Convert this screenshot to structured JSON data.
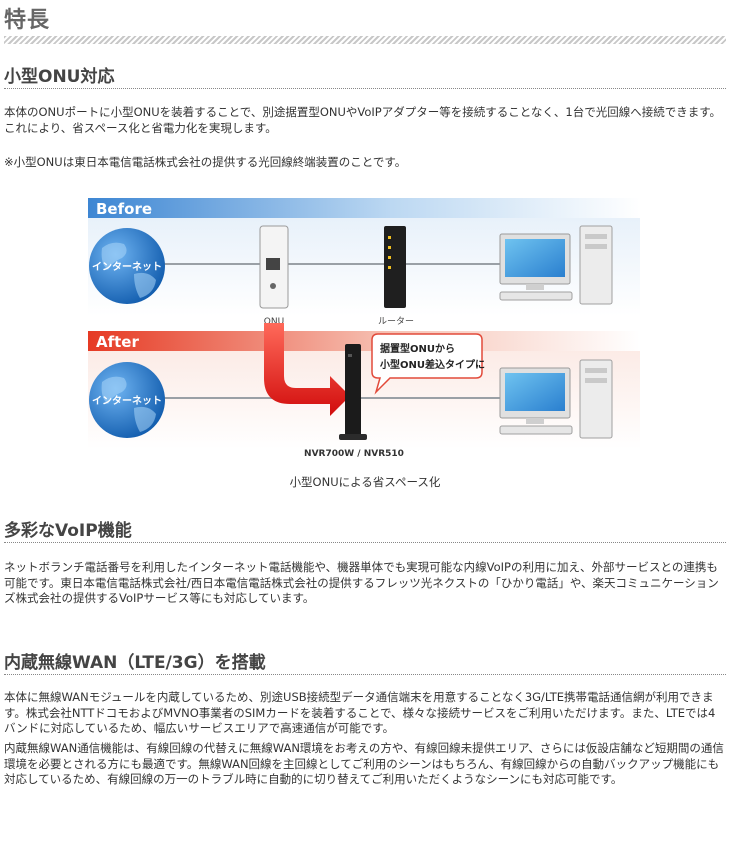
{
  "page": {
    "title": "特長"
  },
  "sections": [
    {
      "heading": "小型ONU対応",
      "paragraphs": [
        "本体のONUポートに小型ONUを装着することで、別途据置型ONUやVoIPアダプター等を接続することなく、1台で光回線へ接続できます。これにより、省スペース化と省電力化を実現します。"
      ],
      "note": "※小型ONUは東日本電信電話株式会社の提供する光回線終端装置のことです。"
    },
    {
      "heading": "多彩なVoIP機能",
      "paragraphs": [
        "ネットボランチ電話番号を利用したインターネット電話機能や、機器単体でも実現可能な内線VoIPの利用に加え、外部サービスとの連携も可能です。東日本電信電話株式会社/西日本電信電話株式会社の提供するフレッツ光ネクストの「ひかり電話」や、楽天コミュニケーションズ株式会社の提供するVoIPサービス等にも対応しています。"
      ]
    },
    {
      "heading": "内蔵無線WAN（LTE/3G）を搭載",
      "paragraphs": [
        "本体に無線WANモジュールを内蔵しているため、別途USB接続型データ通信端末を用意することなく3G/LTE携帯電話通信網が利用できます。株式会社NTTドコモおよびMVNO事業者のSIMカードを装着することで、様々な接続サービスをご利用いただけます。また、LTEでは4バンドに対応しているため、幅広いサービスエリアで高速通信が可能です。",
        "内蔵無線WAN通信機能は、有線回線の代替えに無線WAN環境をお考えの方や、有線回線未提供エリア、さらには仮設店舗など短期間の通信環境を必要とされる方にも最適です。無線WAN回線を主回線としてご利用のシーンはもちろん、有線回線からの自動バックアップ機能にも対応しているため、有線回線の万一のトラブル時に自動的に切り替えてご利用いただくようなシーンにも対応可能です。"
      ]
    }
  ],
  "diagram": {
    "before_label": "Before",
    "after_label": "After",
    "internet_label": "インターネット",
    "onu_label": "ONU",
    "router_label": "ルーター",
    "callout_line1": "据置型ONUから",
    "callout_line2": "小型ONU差込タイプに",
    "product_label": "NVR700W / NVR510",
    "caption": "小型ONUによる省スペース化",
    "colors": {
      "before_band": "#4a90d6",
      "after_band": "#e8402c",
      "arrow": "#e01010",
      "globe": "#1a6fc4"
    }
  }
}
